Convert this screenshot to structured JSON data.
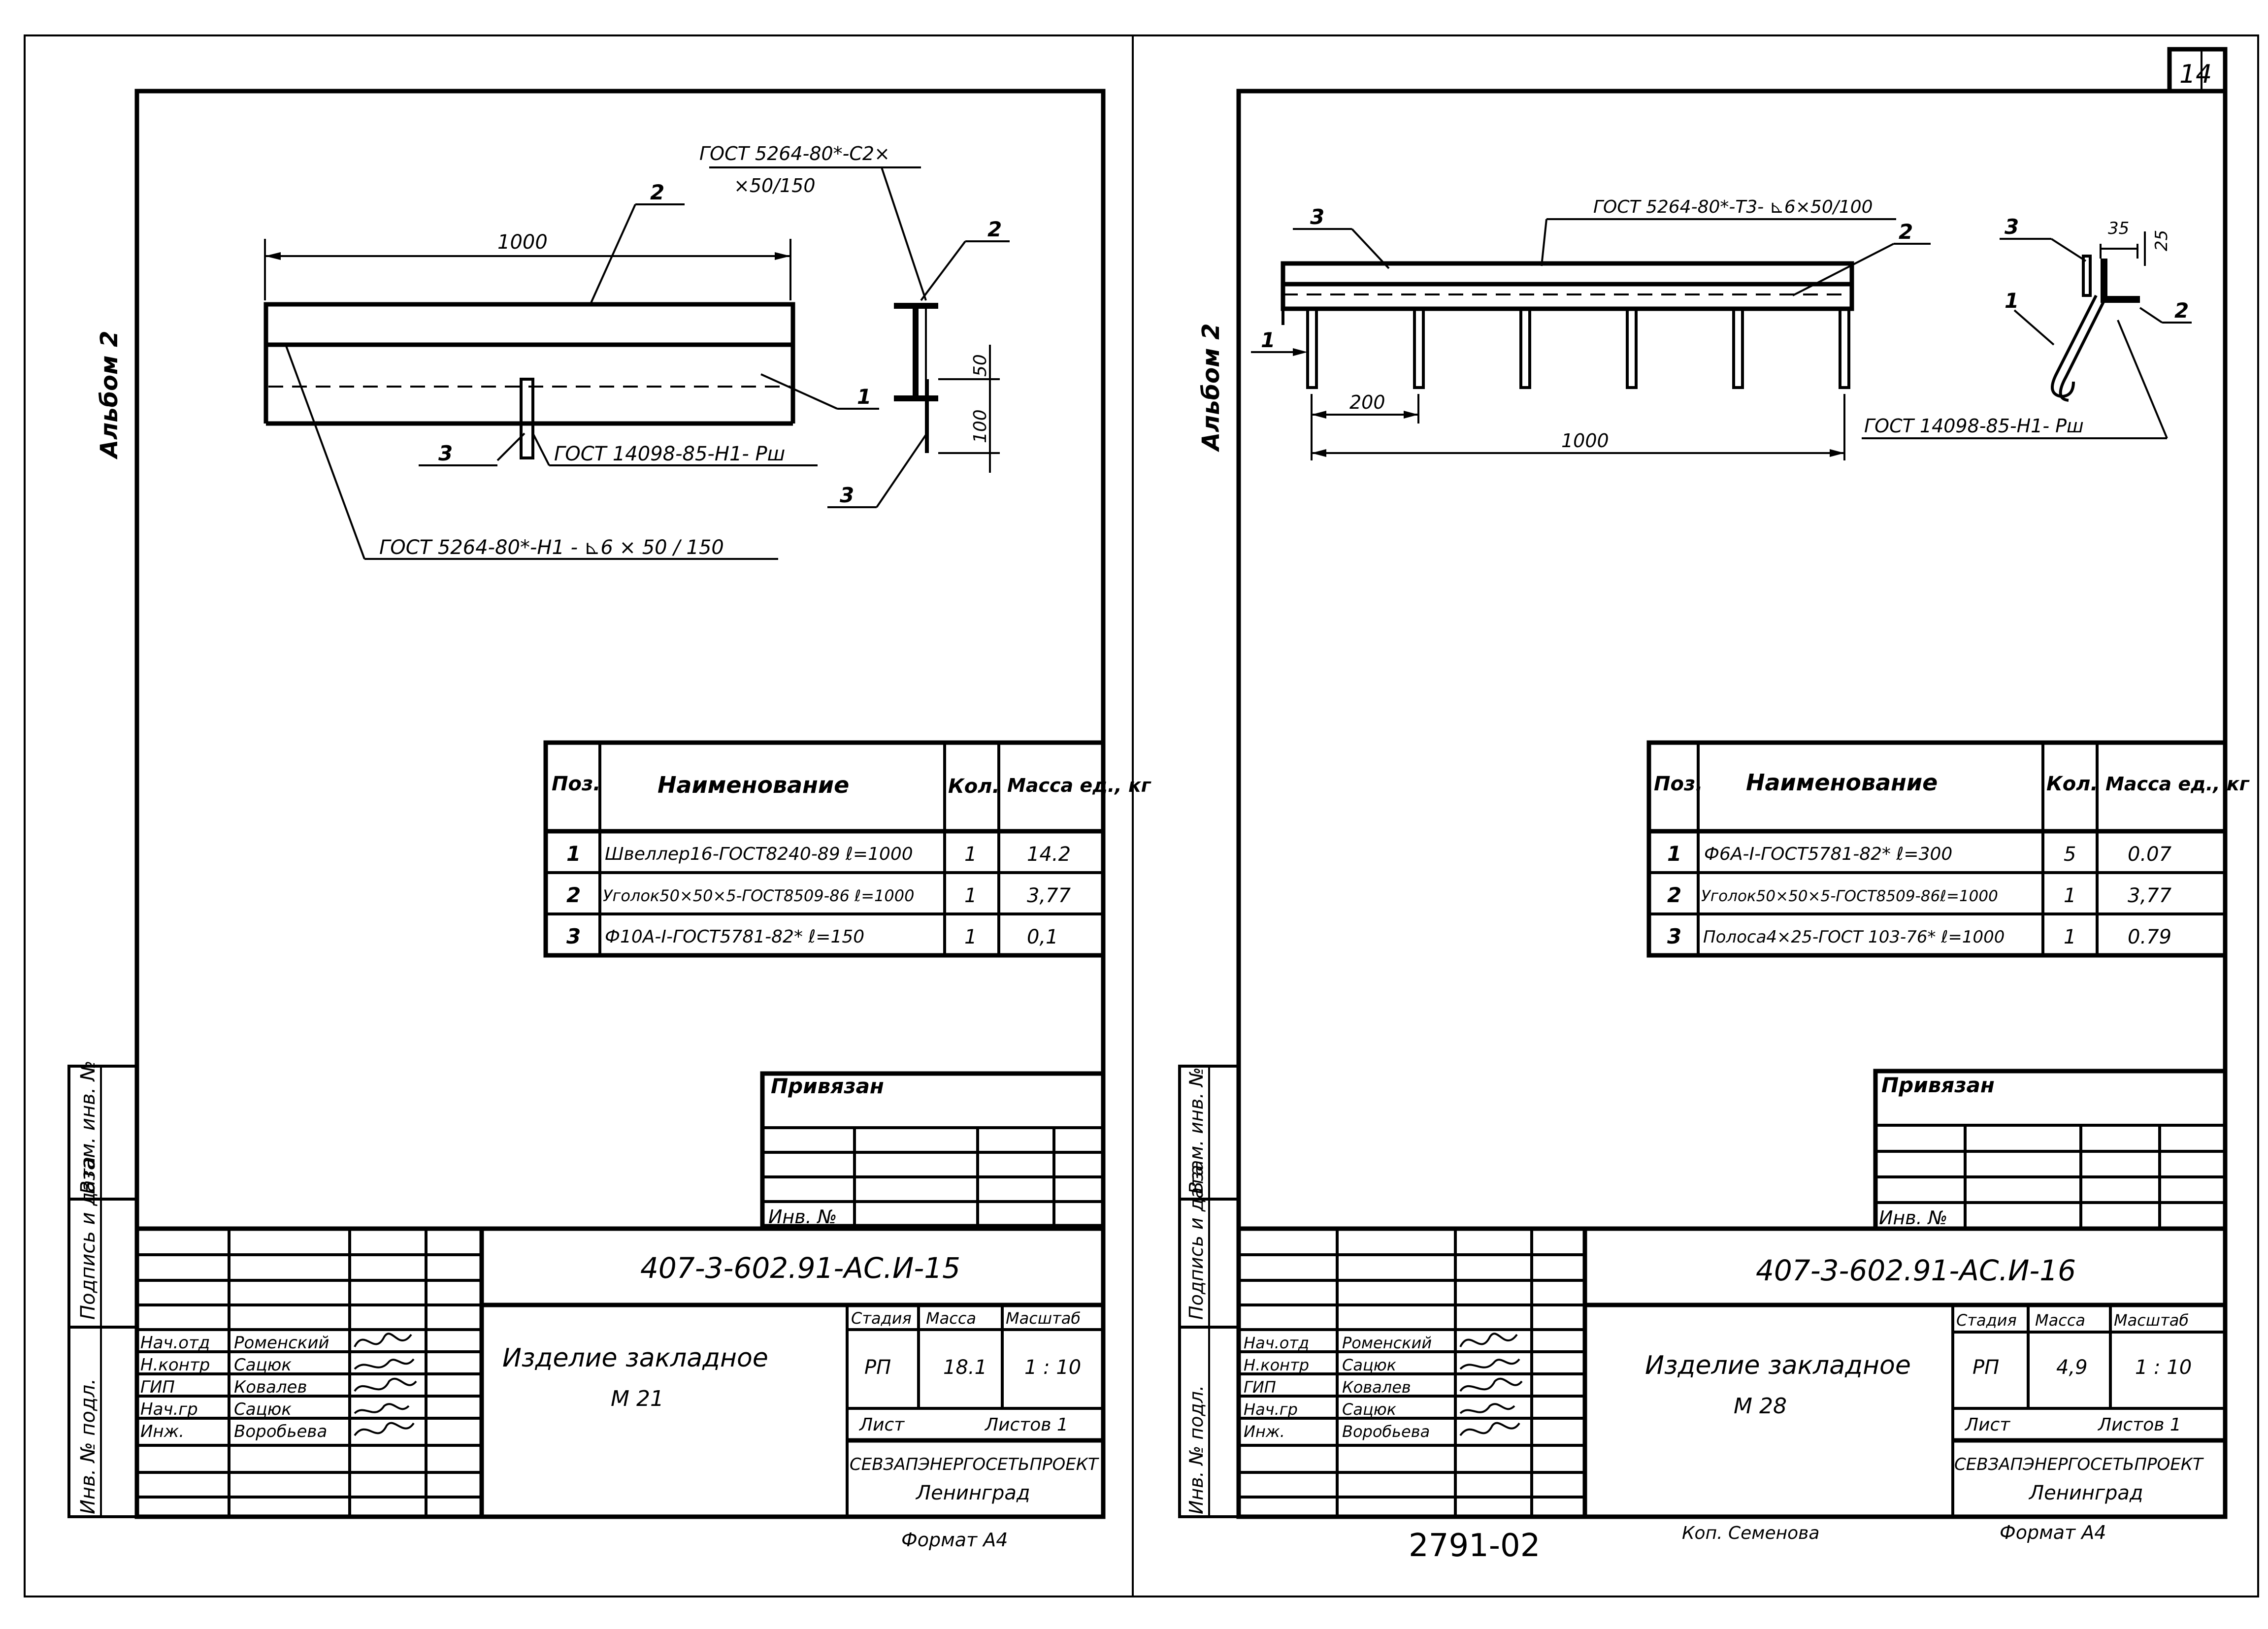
{
  "sheet_number": "14",
  "archive_number": "2791-02",
  "copied_by": "Коп. Семенова",
  "left_sheet": {
    "side_label": "Альбом 2",
    "margin_labels": [
      "Инв. № подл.",
      "Подпись и дата",
      "Взам. инв. №"
    ],
    "drawing": {
      "dimension_length": "1000",
      "dimension_50": "50",
      "dimension_100": "100",
      "callouts": [
        "1",
        "2",
        "2",
        "3",
        "3"
      ],
      "gost_weld_top_line1": "ГОСТ 5264-80*-С2×",
      "gost_weld_top_line2": "×50/150",
      "gost_stud": "ГОСТ 14098-85-Н1- Рш",
      "gost_weld_bottom": "ГОСТ 5264-80*-Н1 - ⊾6 × 50 / 150"
    },
    "spec_table": {
      "headers": [
        "Поз.",
        "Наименование",
        "Кол.",
        "Масса ед., кг"
      ],
      "rows": [
        [
          "1",
          "Швеллер16-ГОСТ8240-89  ℓ=1000",
          "1",
          "14.2"
        ],
        [
          "2",
          "Уголок50×50×5-ГОСТ8509-86 ℓ=1000",
          "1",
          "3,77"
        ],
        [
          "3",
          "Ф10А-I-ГОСТ5781-82*  ℓ=150",
          "1",
          "0,1"
        ]
      ]
    },
    "binding": {
      "label": "Привязан",
      "inv": "Инв. №"
    },
    "title_block": {
      "code": "407-3-602.91-АС.И-15",
      "signers": [
        [
          "Нач.отд",
          "Роменский"
        ],
        [
          "Н.контр",
          "Сацюк"
        ],
        [
          "ГИП",
          "Ковалев"
        ],
        [
          "Нач.гр",
          "Сацюк"
        ],
        [
          "Инж.",
          "Воробьева"
        ]
      ],
      "item_name": "Изделие  закладное",
      "item_mark": "М 21",
      "stage_label": "Стадия",
      "mass_label": "Масса",
      "scale_label": "Масштаб",
      "stage": "РП",
      "mass": "18.1",
      "scale": "1 : 10",
      "sheet_label": "Лист",
      "sheets_label": "Листов 1",
      "org": "СЕВЗАПЭНЕРГОСЕТЬПРОЕКТ",
      "city": "Ленинград"
    },
    "format": "Формат А4"
  },
  "right_sheet": {
    "side_label": "Альбом 2",
    "margin_labels": [
      "Инв. № подл.",
      "Подпись и дата",
      "Взам. инв. №"
    ],
    "drawing": {
      "dimension_spacing": "200",
      "dimension_length": "1000",
      "dimension_35": "35",
      "dimension_25": "25",
      "callouts": [
        "1",
        "2",
        "3",
        "1",
        "2",
        "3"
      ],
      "gost_weld_top": "ГОСТ 5264-80*-Т3- ⊾6×50/100",
      "gost_stud": "ГОСТ 14098-85-Н1- Рш"
    },
    "spec_table": {
      "headers": [
        "Поз.",
        "Наименование",
        "Кол.",
        "Масса ед., кг"
      ],
      "rows": [
        [
          "1",
          "Ф6А-I-ГОСТ5781-82*  ℓ=300",
          "5",
          "0.07"
        ],
        [
          "2",
          "Уголок50×50×5-ГОСТ8509-86ℓ=1000",
          "1",
          "3,77"
        ],
        [
          "3",
          "Полоса4×25-ГОСТ 103-76*  ℓ=1000",
          "1",
          "0.79"
        ]
      ]
    },
    "binding": {
      "label": "Привязан",
      "inv": "Инв. №"
    },
    "title_block": {
      "code": "407-3-602.91-АС.И-16",
      "signers": [
        [
          "Нач.отд",
          "Роменский"
        ],
        [
          "Н.контр",
          "Сацюк"
        ],
        [
          "ГИП",
          "Ковалев"
        ],
        [
          "Нач.гр",
          "Сацюк"
        ],
        [
          "Инж.",
          "Воробьева"
        ]
      ],
      "item_name": "Изделие  закладное",
      "item_mark": "М 28",
      "stage_label": "Стадия",
      "mass_label": "Масса",
      "scale_label": "Масштаб",
      "stage": "РП",
      "mass": "4,9",
      "scale": "1 : 10",
      "sheet_label": "Лист",
      "sheets_label": "Листов 1",
      "org": "СЕВЗАПЭНЕРГОСЕТЬПРОЕКТ",
      "city": "Ленинград"
    },
    "format": "Формат А4"
  }
}
